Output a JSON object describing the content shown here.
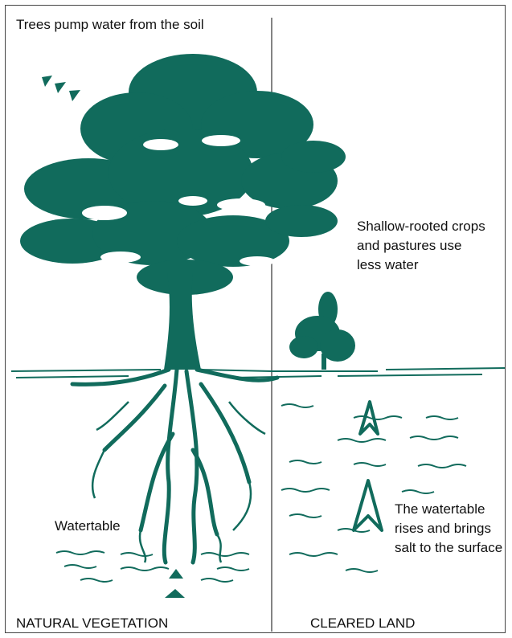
{
  "labels": {
    "title": "Trees pump water from the soil",
    "shallow_crops": "Shallow-rooted crops and pastures use less water",
    "watertable": "Watertable",
    "rises": "The watertable rises and brings salt to the surface",
    "natural": "NATURAL VEGETATION",
    "cleared": "CLEARED LAND"
  },
  "colors": {
    "ink": "#116b5c",
    "divider": "#333333",
    "text": "#111111"
  }
}
